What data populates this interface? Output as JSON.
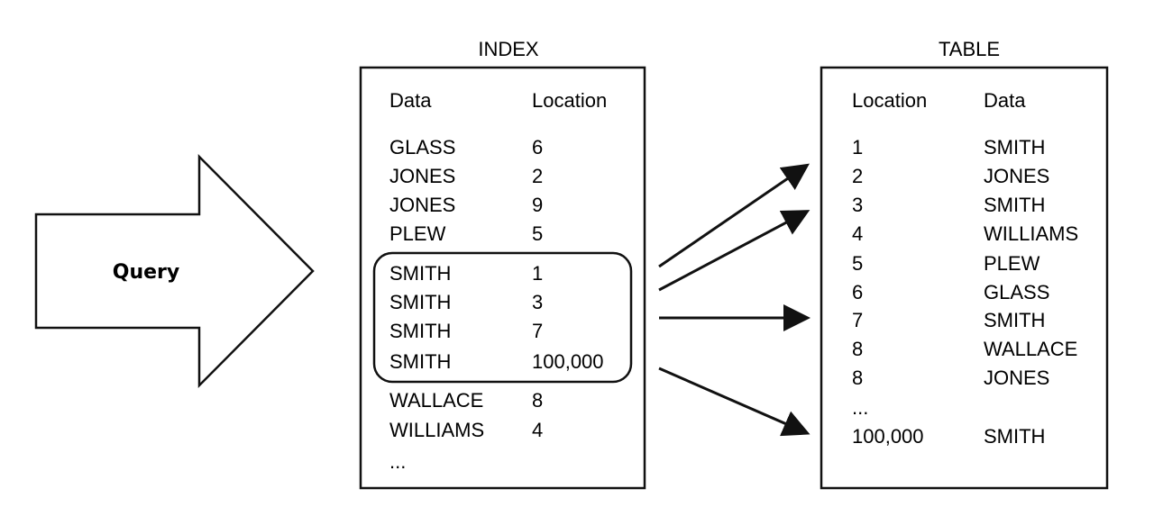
{
  "query": {
    "label": "Query"
  },
  "index": {
    "title": "INDEX",
    "headers": [
      "Data",
      "Location"
    ],
    "rows": [
      [
        "GLASS",
        "6"
      ],
      [
        "JONES",
        "2"
      ],
      [
        "JONES",
        "9"
      ],
      [
        "PLEW",
        "5"
      ],
      [
        "SMITH",
        "1"
      ],
      [
        "SMITH",
        "3"
      ],
      [
        "SMITH",
        "7"
      ],
      [
        "SMITH",
        "100,000"
      ],
      [
        "WALLACE",
        "8"
      ],
      [
        "WILLIAMS",
        "4"
      ]
    ],
    "ellipsis": "..."
  },
  "table": {
    "title": "TABLE",
    "headers": [
      "Location",
      "Data"
    ],
    "rows": [
      [
        "1",
        "SMITH"
      ],
      [
        "2",
        "JONES"
      ],
      [
        "3",
        "SMITH"
      ],
      [
        "4",
        "WILLIAMS"
      ],
      [
        "5",
        "PLEW"
      ],
      [
        "6",
        "GLASS"
      ],
      [
        "7",
        "SMITH"
      ],
      [
        "8",
        "WALLACE"
      ],
      [
        "8",
        "JONES"
      ]
    ],
    "ellipsis": "...",
    "last_row": [
      "100,000",
      "SMITH"
    ]
  }
}
